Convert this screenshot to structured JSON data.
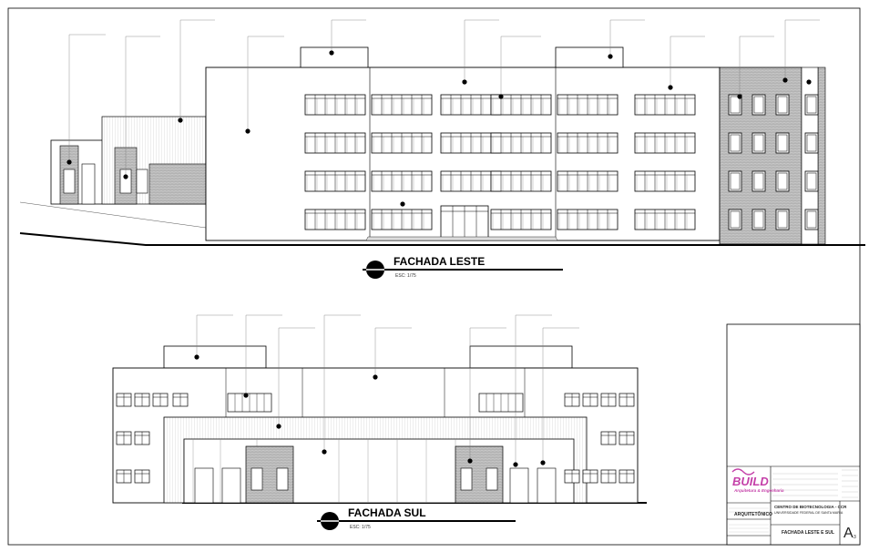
{
  "drawings": {
    "east": {
      "title": "FACHADA LESTE",
      "scale": "ESC: 1/75"
    },
    "south": {
      "title": "FACHADA SUL",
      "scale": "ESC: 1/75"
    }
  },
  "title_block": {
    "logo_word": "BUILD",
    "logo_sub": "Arquitetura & Engenharia",
    "discipline": "ARQUITETÔNICO",
    "project_line1": "CENTRO DE BIOTECNOLOGIA - CCR",
    "project_line2": "UNIVERSIDADE FEDERAL DE SANTA MARIA",
    "sheet_title": "FACHADA LESTE E SUL",
    "sheet_size": "A",
    "sheet_size_sub": "3"
  },
  "colors": {
    "line": "#000000",
    "brick": "#b9b9b9",
    "logo": "#c43fa8"
  }
}
